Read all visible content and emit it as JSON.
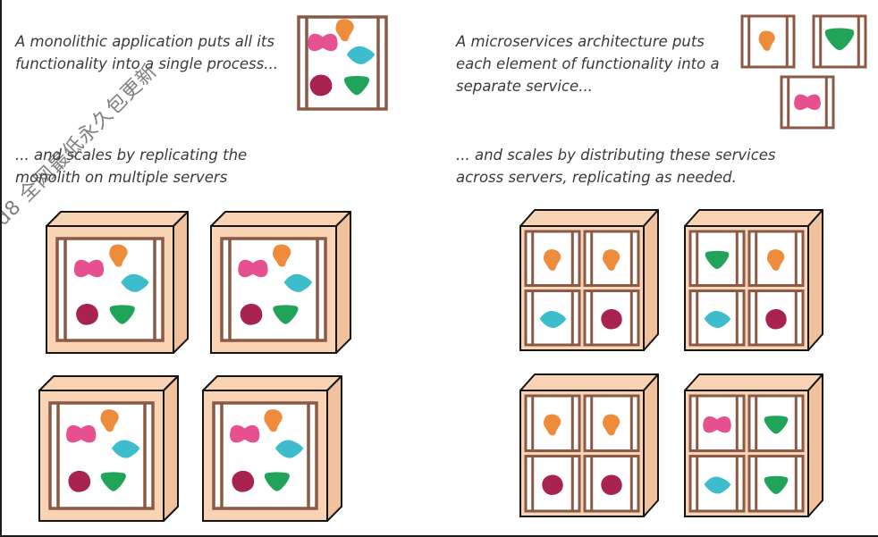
{
  "captions": {
    "monolith_intro": "A monolithic application puts all its\nfunctionality into a single process...",
    "monolith_scale": "... and scales by replicating the\nmonolith on multiple servers",
    "micro_intro": "A microservices architecture puts\neach element of functionality into a\nseparate service...",
    "micro_scale": "... and scales by distributing these services\nacross servers, replicating as needed."
  },
  "watermark": "d8 全网最低永久包更新",
  "colors": {
    "server_fill": "#f8d3b4",
    "server_side": "#f1c09c",
    "frame_stroke": "#8a5a47",
    "outline": "#141414",
    "pink": "#e6508f",
    "orange": "#ee8c3c",
    "teal": "#3dbccc",
    "crimson": "#a8234f",
    "green": "#22a35a"
  }
}
